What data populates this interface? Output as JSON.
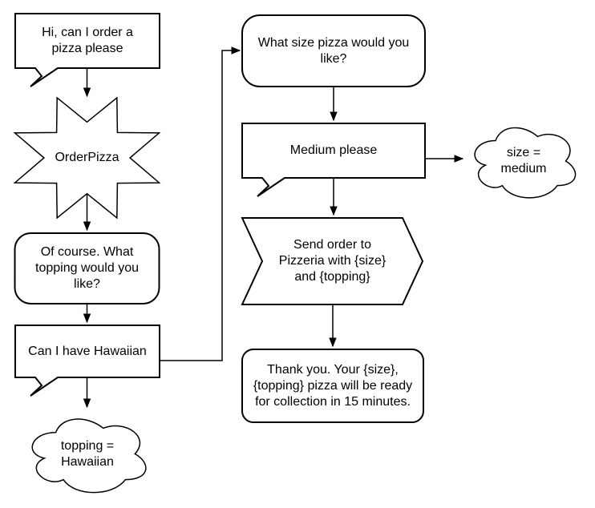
{
  "diagram": {
    "colors": {
      "stroke": "#000000",
      "fill": "#ffffff",
      "text": "#000000",
      "background": "#ffffff"
    },
    "nodes": {
      "greeting": {
        "shape": "speech-bubble",
        "text": "Hi, can I order a pizza please"
      },
      "order_pizza": {
        "shape": "8-point-star",
        "text": "OrderPizza"
      },
      "topping_question": {
        "shape": "rounded-rectangle",
        "text": "Of course. What topping would you like?"
      },
      "hawaiian_answer": {
        "shape": "speech-bubble",
        "text": "Can I have Hawaiian"
      },
      "topping_note": {
        "shape": "cloud",
        "text": "topping = Hawaiian"
      },
      "size_question": {
        "shape": "rounded-rectangle",
        "text": "What size pizza would you like?"
      },
      "medium_answer": {
        "shape": "speech-bubble",
        "text": "Medium please"
      },
      "size_note": {
        "shape": "cloud",
        "text": "size = medium"
      },
      "send_order": {
        "shape": "chevron-arrow",
        "text": "Send order to Pizzeria with {size} and {topping}"
      },
      "confirmation": {
        "shape": "rounded-rectangle",
        "text": "Thank you. Your {size}, {topping} pizza will be ready for collection in 15 minutes."
      }
    },
    "edges": [
      {
        "from": "greeting",
        "to": "order_pizza"
      },
      {
        "from": "order_pizza",
        "to": "topping_question"
      },
      {
        "from": "topping_question",
        "to": "hawaiian_answer"
      },
      {
        "from": "hawaiian_answer",
        "to": "topping_note"
      },
      {
        "from": "hawaiian_answer",
        "to": "size_question"
      },
      {
        "from": "size_question",
        "to": "medium_answer"
      },
      {
        "from": "medium_answer",
        "to": "size_note"
      },
      {
        "from": "medium_answer",
        "to": "send_order"
      },
      {
        "from": "send_order",
        "to": "confirmation"
      }
    ]
  }
}
